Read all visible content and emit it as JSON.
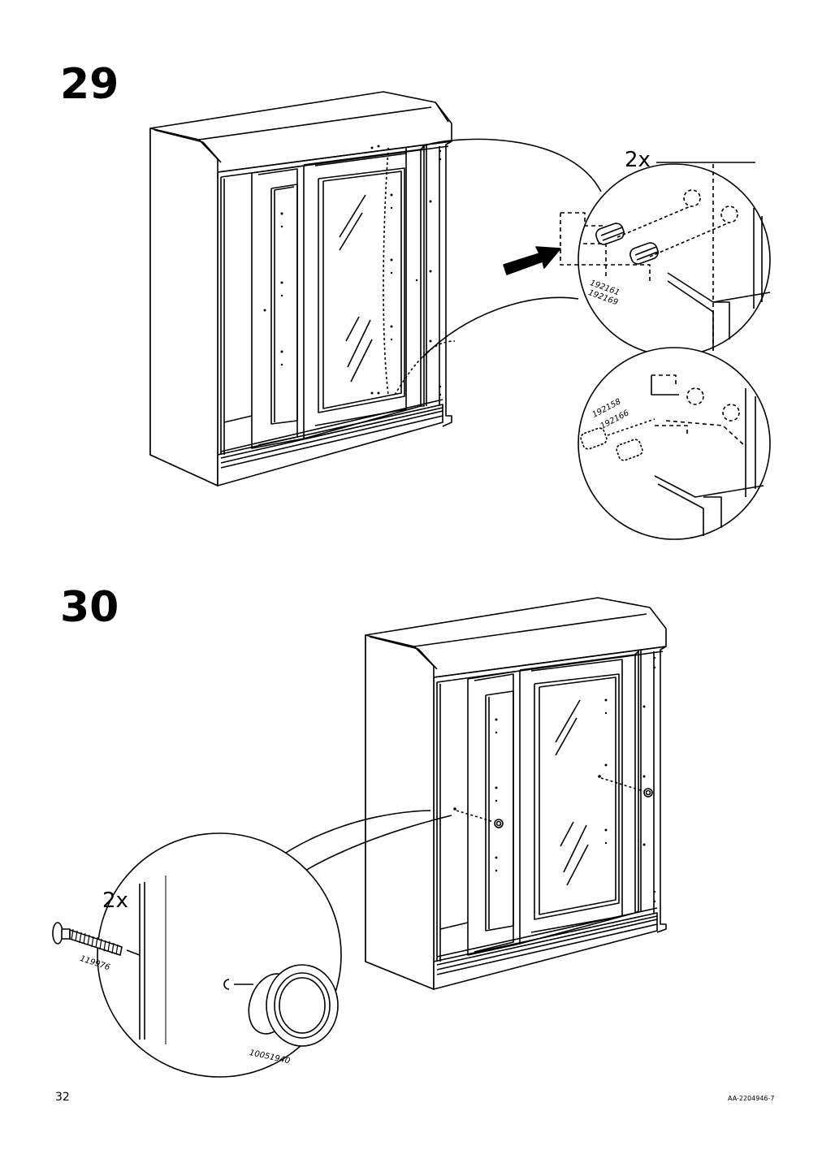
{
  "steps": [
    {
      "number": "29",
      "quantity": "2x",
      "parts_top": [
        "192161",
        "192169"
      ],
      "parts_bottom": [
        "192158",
        "192166"
      ]
    },
    {
      "number": "30",
      "quantity": "2x",
      "screw_part": "119976",
      "knob_part": "10051940"
    }
  ],
  "footer": {
    "page_number": "32",
    "doc_code": "AA-2204946-7"
  }
}
